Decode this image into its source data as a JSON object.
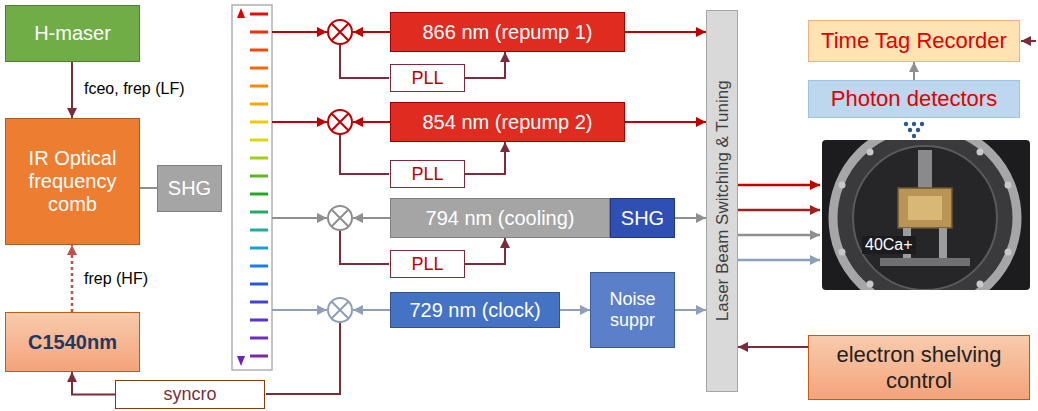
{
  "diagram": {
    "nodes": [
      {
        "text": [
          "H-maser"
        ]
      },
      {
        "text": [
          "IR Optical frequency comb"
        ]
      },
      {
        "text": [
          "SHG"
        ]
      },
      {
        "text": [
          "C1540nm"
        ]
      },
      {
        "text": [
          "syncro"
        ]
      },
      {
        "text": [
          "866 nm (repump 1)"
        ]
      },
      {
        "text": [
          "PLL"
        ]
      },
      {
        "text": [
          "854 nm (repump 2)"
        ]
      },
      {
        "text": [
          "PLL"
        ]
      },
      {
        "text": [
          "794 nm (cooling)"
        ]
      },
      {
        "text": [
          "SHG"
        ]
      },
      {
        "text": [
          "PLL"
        ]
      },
      {
        "text": [
          "729 nm (clock)"
        ]
      },
      {
        "text": [
          "Noise suppr"
        ]
      },
      {
        "text": [
          "Laser Beam Switching & Tuning"
        ]
      },
      {
        "text": [
          "Time Tag Recorder"
        ]
      },
      {
        "text": [
          "Photon detectors"
        ]
      },
      {
        "text": [
          "electron shelving control"
        ]
      }
    ],
    "edges": [
      {
        "from": 0,
        "to": 1,
        "arrow": "to",
        "label": "fceo, frep (LF)"
      },
      {
        "from": 3,
        "to": 1,
        "arrow": "to",
        "label": "frep (HF)"
      },
      {
        "from": 1,
        "to": 2,
        "arrow": "none"
      },
      {
        "from": 4,
        "to": 3,
        "arrow": "to"
      },
      {
        "from": 6,
        "to": 5,
        "arrow": "to"
      },
      {
        "from": 8,
        "to": 7,
        "arrow": "to"
      },
      {
        "from": 11,
        "to": 9,
        "arrow": "to"
      },
      {
        "from": 5,
        "to": 14,
        "arrow": "to"
      },
      {
        "from": 7,
        "to": 14,
        "arrow": "to"
      },
      {
        "from": 10,
        "to": 14,
        "arrow": "to"
      },
      {
        "from": 12,
        "to": 13,
        "arrow": "to"
      },
      {
        "from": 13,
        "to": 14,
        "arrow": "to"
      },
      {
        "from": 16,
        "to": 15,
        "arrow": "to"
      },
      {
        "from": 17,
        "to": 14,
        "arrow": "to"
      }
    ],
    "labels": [
      "40Ca+"
    ]
  }
}
